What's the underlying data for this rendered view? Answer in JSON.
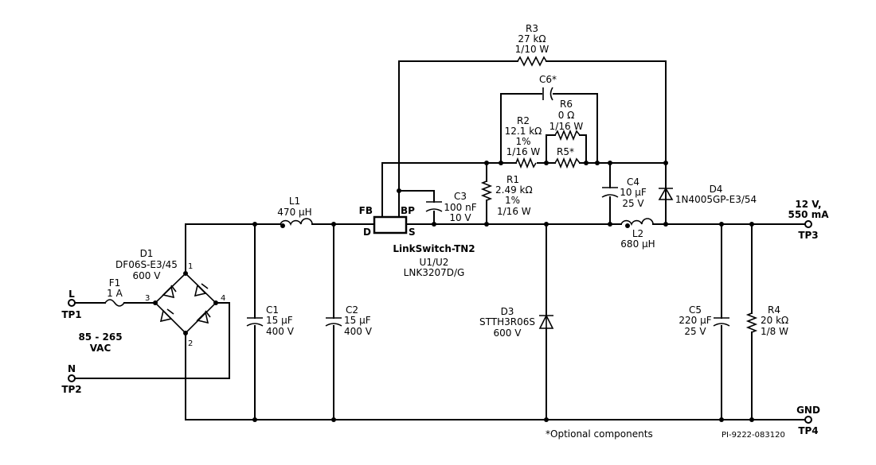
{
  "components": {
    "r3": {
      "ref": "R3",
      "value": "27 kΩ",
      "rating": "1/10 W"
    },
    "c6": {
      "ref": "C6*"
    },
    "r6": {
      "ref": "R6",
      "value": "0 Ω",
      "rating": "1/16 W"
    },
    "r2": {
      "ref": "R2",
      "value": "12.1 kΩ",
      "tol": "1%",
      "rating": "1/16 W"
    },
    "r5": {
      "ref": "R5*"
    },
    "r1": {
      "ref": "R1",
      "value": "2.49 kΩ",
      "tol": "1%",
      "rating": "1/16 W"
    },
    "c3": {
      "ref": "C3",
      "value": "100 nF",
      "rating": "10 V"
    },
    "c4": {
      "ref": "C4",
      "value": "10 µF",
      "rating": "25 V"
    },
    "d4": {
      "ref": "D4",
      "part": "1N4005GP-E3/54"
    },
    "l1": {
      "ref": "L1",
      "value": "470 µH"
    },
    "l2": {
      "ref": "L2",
      "value": "680 µH"
    },
    "u1": {
      "name": "LinkSwitch-TN2",
      "ref": "U1/U2",
      "part": "LNK3207D/G",
      "pin_fb": "FB",
      "pin_bp": "BP",
      "pin_d": "D",
      "pin_s": "S"
    },
    "d1": {
      "ref": "D1",
      "part": "DF06S-E3/45",
      "rating": "600 V",
      "pin1": "1",
      "pin2": "2",
      "pin3": "3",
      "pin4": "4"
    },
    "f1": {
      "ref": "F1",
      "rating": "1 A"
    },
    "c1": {
      "ref": "C1",
      "value": "15 µF",
      "rating": "400 V"
    },
    "c2": {
      "ref": "C2",
      "value": "15 µF",
      "rating": "400 V"
    },
    "d3": {
      "ref": "D3",
      "part": "STTH3R06S",
      "rating": "600 V"
    },
    "c5": {
      "ref": "C5",
      "value": "220 µF",
      "rating": "25 V"
    },
    "r4": {
      "ref": "R4",
      "value": "20 kΩ",
      "rating": "1/8 W"
    }
  },
  "input": {
    "line": "L",
    "neutral": "N",
    "tp1": "TP1",
    "tp2": "TP2",
    "range": "85 - 265",
    "unit": "VAC"
  },
  "output": {
    "voltage": "12 V,",
    "current": "550 mA",
    "tp3": "TP3",
    "gnd": "GND",
    "tp4": "TP4"
  },
  "notes": {
    "optional": "*Optional components",
    "drawing_id": "PI-9222-083120"
  }
}
